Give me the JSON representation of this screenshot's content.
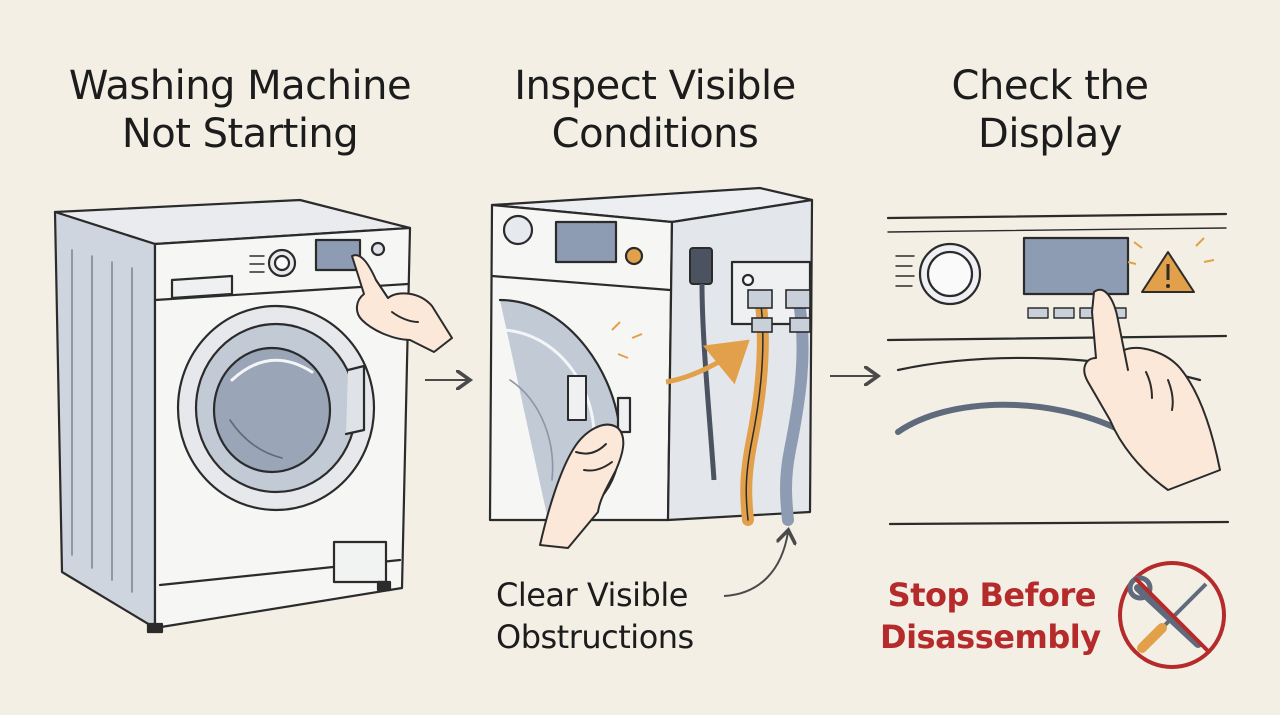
{
  "panels": [
    {
      "title_lines": [
        "Washing Machine",
        "Not Starting"
      ]
    },
    {
      "title_lines": [
        "Inspect Visible",
        "Conditions"
      ]
    },
    {
      "title_lines": [
        "Check the",
        "Display"
      ]
    }
  ],
  "callouts": {
    "obstructions_lines": [
      "Clear Visible",
      "Obstructions"
    ],
    "stop_lines": [
      "Stop Before",
      "Disassembly"
    ]
  },
  "colors": {
    "background": "#f3efe4",
    "ink": "#2b2b2b",
    "metal_shade": "#c9d0da",
    "display": "#8e9cb3",
    "accent_orange": "#e3a04a",
    "warning_red": "#b52a2a"
  },
  "icons": [
    "hand-pointing-icon",
    "hand-gripping-icon",
    "power-plug-icon",
    "warning-triangle-icon",
    "no-tools-icon",
    "arrow-right-icon",
    "curved-arrow-icon"
  ]
}
